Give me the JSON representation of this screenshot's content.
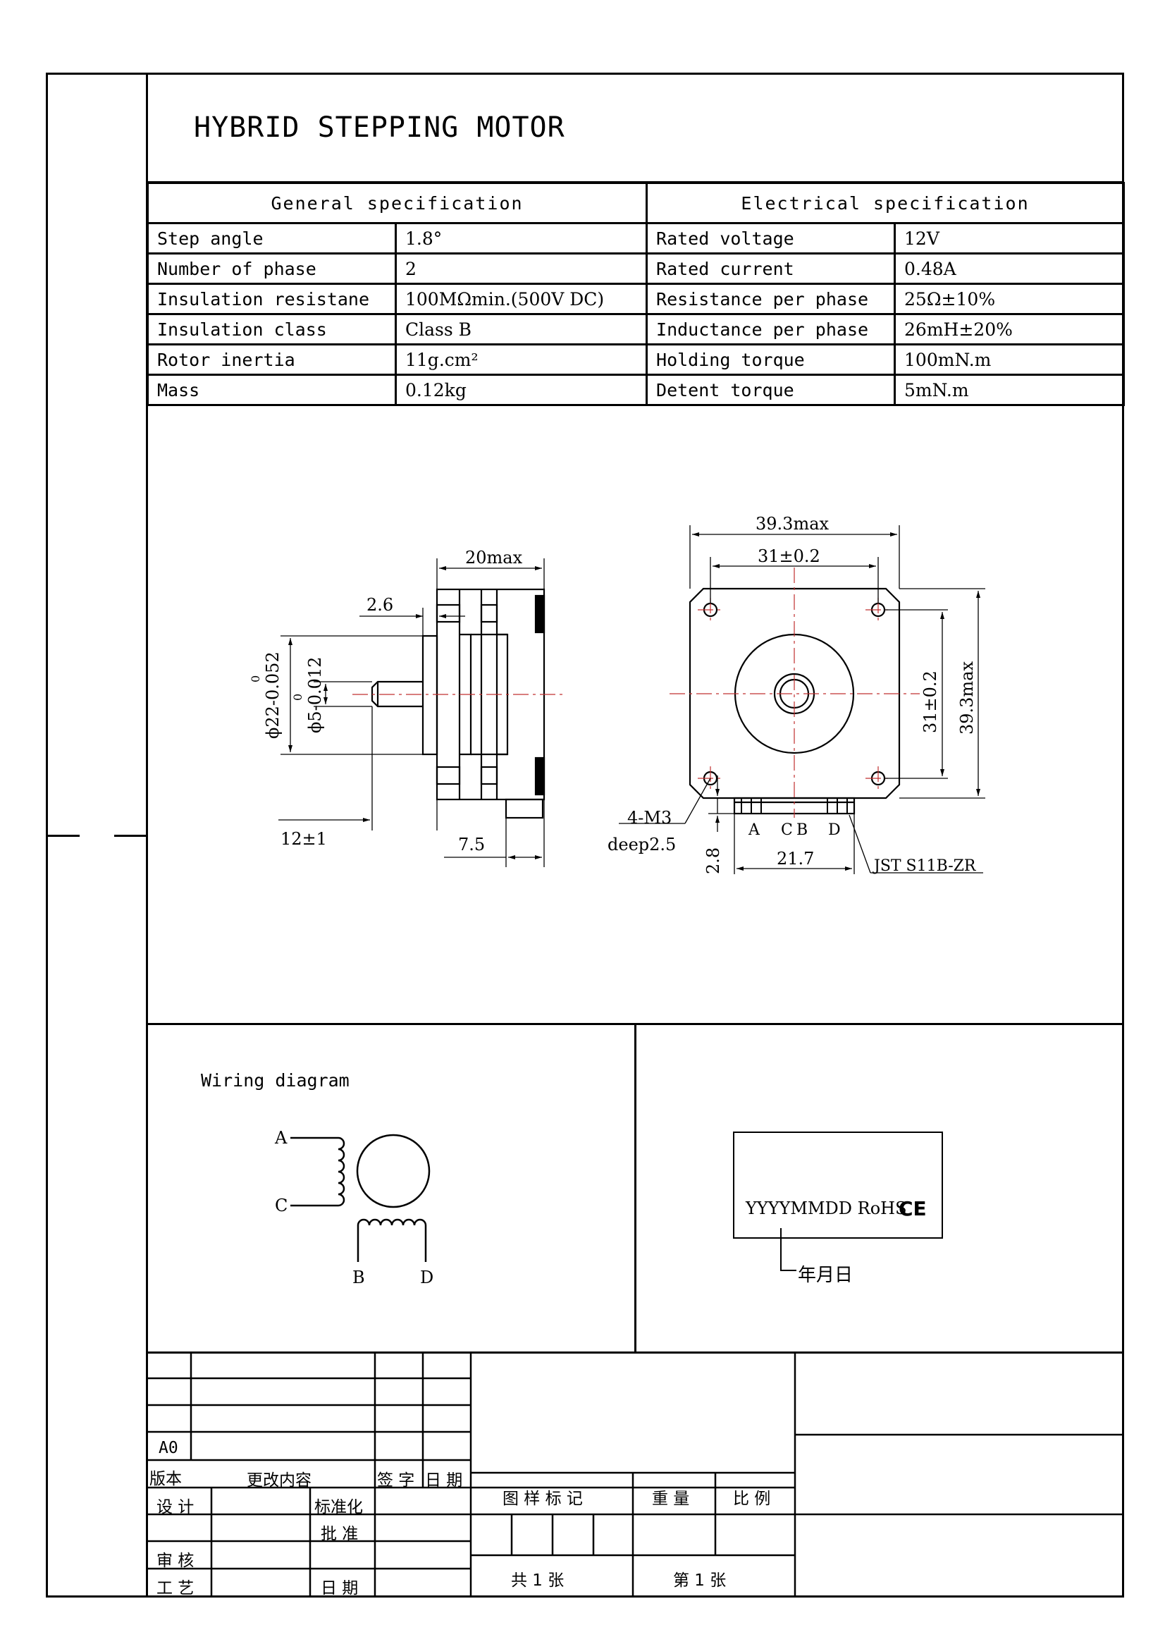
{
  "title": "HYBRID STEPPING MOTOR",
  "general_spec": {
    "heading": "General  specification",
    "rows": [
      {
        "label": "Step angle",
        "value": "1.8°"
      },
      {
        "label": "Number of phase",
        "value": "2"
      },
      {
        "label": "Insulation resistane",
        "value": "100MΩmin.(500V DC)"
      },
      {
        "label": "Insulation class",
        "value": "Class B"
      },
      {
        "label": "Rotor inertia",
        "value": "11g.cm²"
      },
      {
        "label": "Mass",
        "value": "0.12kg"
      }
    ]
  },
  "electrical_spec": {
    "heading": "Electrical  specification",
    "rows": [
      {
        "label": "Rated voltage",
        "value": "12V"
      },
      {
        "label": "Rated current",
        "value": "0.48A"
      },
      {
        "label": "Resistance per phase",
        "value": "25Ω±10%"
      },
      {
        "label": "Inductance per phase",
        "value": "26mH±20%"
      },
      {
        "label": "Holding torque",
        "value": "100mN.m"
      },
      {
        "label": "Detent torque",
        "value": "5mN.m"
      }
    ]
  },
  "side_view": {
    "dim_length": "20max",
    "dim_flange": "2.6",
    "dim_boss_diameter": "ϕ22-0.052",
    "dim_boss_tol_upper": "0",
    "dim_shaft_diameter": "ϕ5-0.012",
    "dim_shaft_tol_upper": "0",
    "dim_shaft_length": "12±1",
    "dim_connector": "7.5"
  },
  "front_view": {
    "dim_width_max": "39.3max",
    "dim_hole_spacing_h": "31±0.2",
    "dim_hole_spacing_v": "31±0.2",
    "dim_height_max": "39.3max",
    "holes_note_1": "4-M3",
    "holes_note_2": "deep2.5",
    "pins": [
      "A",
      "C",
      "B",
      "D"
    ],
    "dim_connector_width": "21.7",
    "dim_connector_height": "2.8",
    "connector_type": "JST S11B-ZR"
  },
  "wiring": {
    "title": "Wiring diagram",
    "leads": [
      "A",
      "C",
      "B",
      "D"
    ]
  },
  "marking": {
    "text": "YYYYMMDD RoHS",
    "ce_mark": "CE",
    "date_note": "年月日"
  },
  "title_block": {
    "revision": "A0",
    "col_version": "版本",
    "col_change": "更改内容",
    "col_sign": "签 字",
    "col_date": "日 期",
    "design": "设 计",
    "standardize": "标准化",
    "approve": "批 准",
    "review": "审 核",
    "process": "工 艺",
    "date": "日 期",
    "drawing_mark": "图 样 标 记",
    "weight": "重 量",
    "scale": "比 例",
    "total_sheets": "共  1  张",
    "sheet_no": "第  1  张"
  }
}
